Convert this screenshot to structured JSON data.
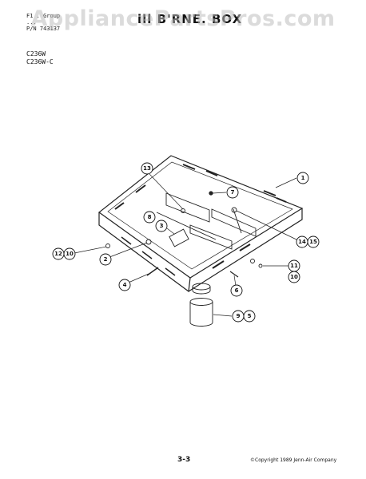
{
  "header": {
    "line1": "F1 . Group",
    "line2": "...",
    "line3": "P/N 743137",
    "title": "ill B'RNE. BOX"
  },
  "models": [
    "C236W",
    "C236W-C"
  ],
  "watermark": "AppliancePartsPros.com",
  "callouts": [
    {
      "id": "c1",
      "label": "1"
    },
    {
      "id": "c13",
      "label": "13"
    },
    {
      "id": "c7",
      "label": "7"
    },
    {
      "id": "c8",
      "label": "8"
    },
    {
      "id": "c3",
      "label": "3"
    },
    {
      "id": "c14",
      "label": "14"
    },
    {
      "id": "c15",
      "label": "15"
    },
    {
      "id": "c12",
      "label": "12"
    },
    {
      "id": "c10a",
      "label": "10"
    },
    {
      "id": "c2",
      "label": "2"
    },
    {
      "id": "c11",
      "label": "11"
    },
    {
      "id": "c10b",
      "label": "10"
    },
    {
      "id": "c4",
      "label": "4"
    },
    {
      "id": "c6",
      "label": "6"
    },
    {
      "id": "c9",
      "label": "9"
    },
    {
      "id": "c5",
      "label": "5"
    }
  ],
  "footer": {
    "page": "3-3",
    "copyright": "©Copyright 1989 Jenn-Air Company"
  }
}
